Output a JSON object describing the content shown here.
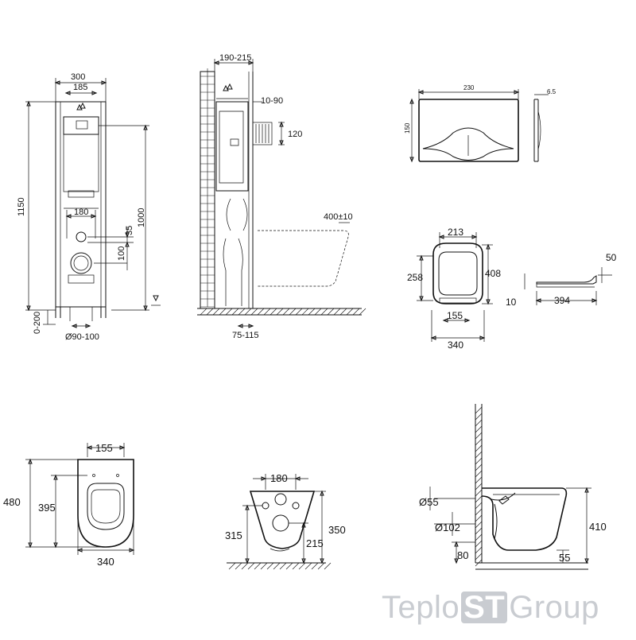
{
  "frame": {
    "dims": [
      "300",
      "185",
      "1150",
      "1000",
      "180",
      "35",
      "100",
      "0-200",
      "Ø90-100"
    ]
  },
  "side": {
    "dims": [
      "190-215",
      "10-90",
      "120",
      "400±10",
      "75-115"
    ]
  },
  "plate": {
    "dims": [
      "230",
      "150",
      "6.5"
    ]
  },
  "seat": {
    "dims": [
      "213",
      "258",
      "408",
      "155",
      "340",
      "50",
      "10",
      "394"
    ]
  },
  "bowl_front": {
    "dims": [
      "155",
      "480",
      "395",
      "340"
    ]
  },
  "bowl_back": {
    "dims": [
      "180",
      "315",
      "350",
      "215"
    ]
  },
  "bowl_side": {
    "dims": [
      "Ø55",
      "Ø102",
      "410",
      "80",
      "55"
    ]
  },
  "watermark": {
    "pre": "Teplo",
    "mid": "ST",
    "post": "Group"
  }
}
